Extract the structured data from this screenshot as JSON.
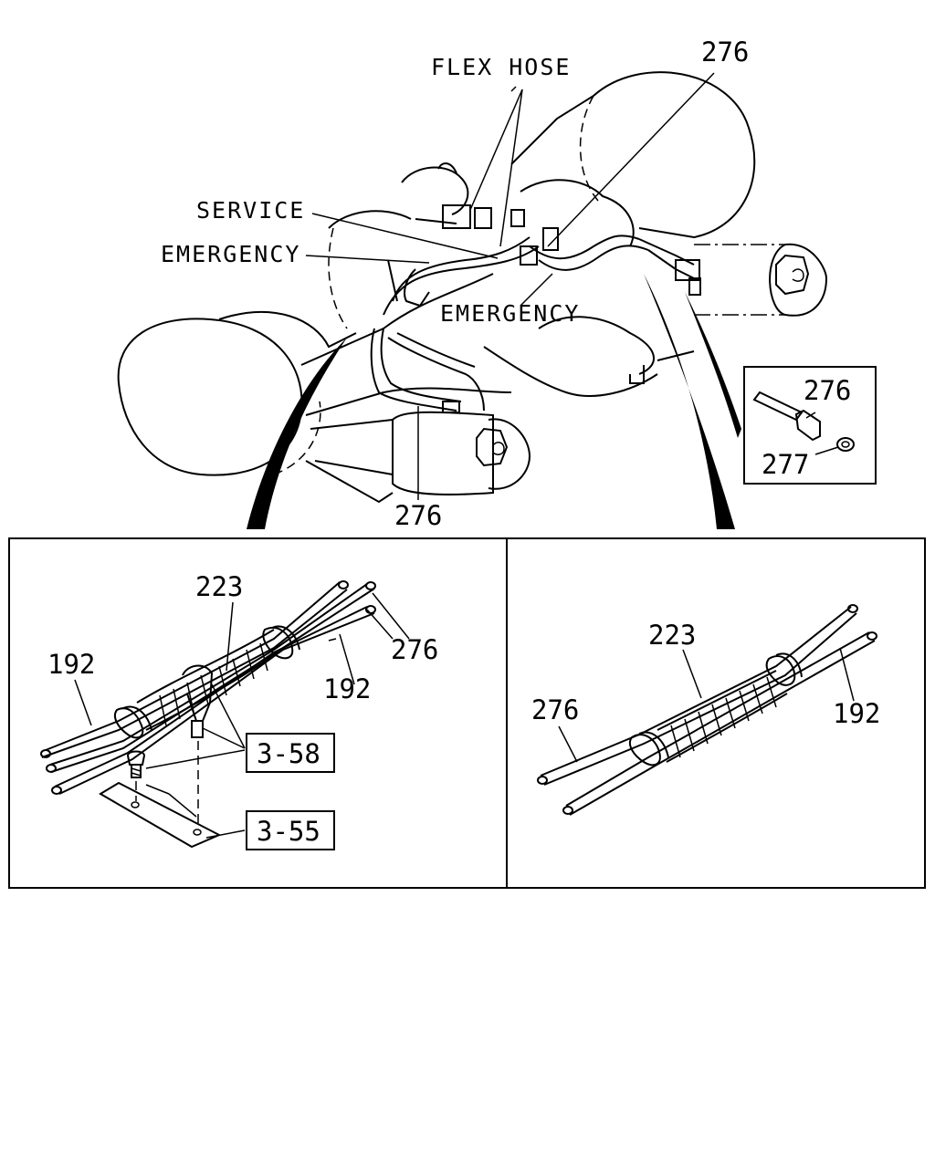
{
  "callouts": {
    "flex_hose": "FLEX HOSE",
    "service": "SERVICE",
    "emergency_left": "EMERGENCY",
    "emergency_center": "EMERGENCY",
    "part_276_top": "276",
    "part_276_bottom": "276",
    "part_276_inset": "276",
    "part_277_inset": "277"
  },
  "left_detail": {
    "part_223": "223",
    "part_192_left": "192",
    "part_192_right": "192",
    "part_276": "276",
    "ref_358": "3-58",
    "ref_355": "3-55"
  },
  "right_detail": {
    "part_223": "223",
    "part_276": "276",
    "part_192": "192"
  }
}
